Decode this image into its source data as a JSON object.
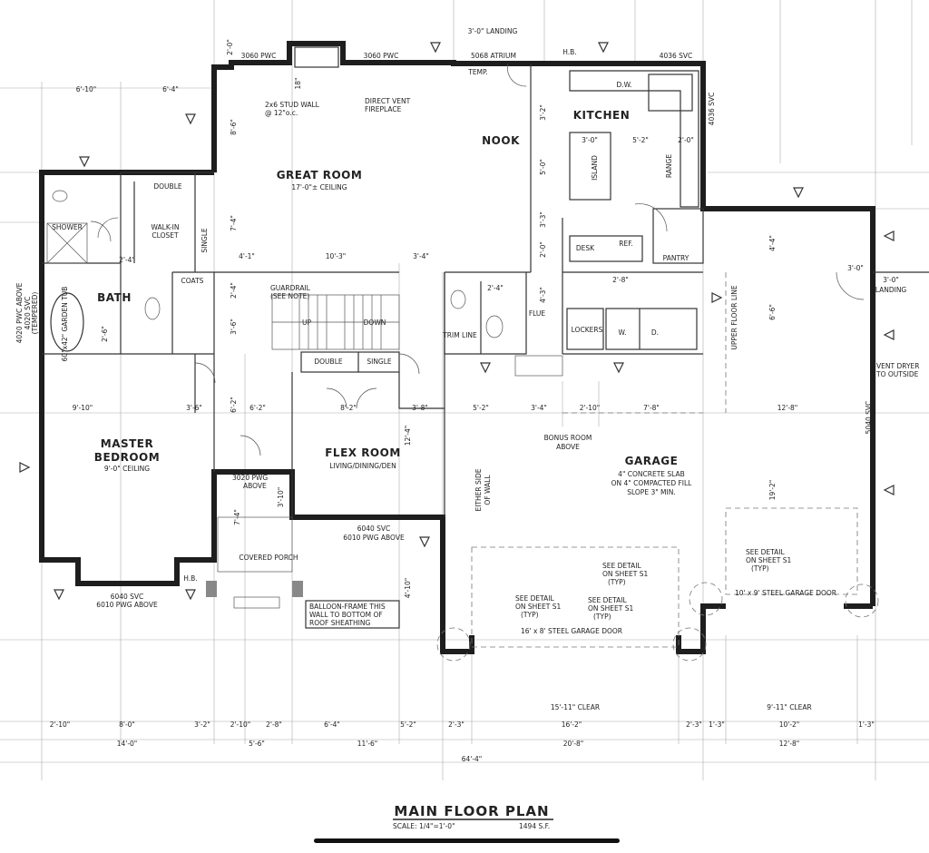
{
  "title": {
    "main": "MAIN FLOOR PLAN",
    "scale": "SCALE: 1/4\"=1'-0\"",
    "area": "1494 S.F."
  },
  "rooms": {
    "great_room": "GREAT ROOM",
    "great_room_ceiling": "17'-0\"± CEILING",
    "kitchen": "KITCHEN",
    "nook": "NOOK",
    "master_bedroom_1": "MASTER",
    "master_bedroom_2": "BEDROOM",
    "master_ceiling": "9'-0\" CEILING",
    "bath": "BATH",
    "flex_room": "FLEX ROOM",
    "flex_sub": "LIVING/DINING/DEN",
    "garage": "GARAGE",
    "garage_note_1": "4\" CONCRETE SLAB",
    "garage_note_2": "ON 4\" COMPACTED FILL",
    "garage_note_3": "SLOPE 3\" MIN.",
    "bonus_1": "BONUS ROOM",
    "bonus_2": "ABOVE",
    "covered_porch": "COVERED PORCH",
    "walk_in_1": "WALK-IN",
    "walk_in_2": "CLOSET",
    "pantry": "PANTRY",
    "lockers": "LOCKERS",
    "desk": "DESK",
    "ref": "REF.",
    "island": "ISLAND",
    "range": "RANGE",
    "dw": "D.W.",
    "coats": "COATS",
    "double": "DOUBLE",
    "single": "SINGLE",
    "shower": "SHOWER",
    "garden_tub": "60\"x42\" GARDEN TUB",
    "landing": "LANDING",
    "w": "W.",
    "d": "D.",
    "up": "UP",
    "down": "DOWN",
    "trim_line": "TRIM LINE",
    "flue": "FLUE"
  },
  "notes": {
    "landing_top": "3'-0\" LANDING",
    "atrium": "5068 ATRIUM",
    "temp": "TEMP.",
    "hb": "H.B.",
    "pwc_left": "3060 PWC",
    "pwc_right": "3060 PWC",
    "svc_4036_top": "4036 SVC",
    "svc_4036_side": "4036 SVC",
    "stud_wall": "2x6 STUD WALL",
    "stud_oc": "@ 12\"o.c.",
    "direct_vent": "DIRECT VENT",
    "fireplace": "FIREPLACE",
    "guardrail": "GUARDRAIL",
    "see_note": "(SEE NOTE)",
    "pwg_above": "3020 PWG",
    "above": "ABOVE",
    "svc_6040": "6040 SVC",
    "pwg_6010": "6010 PWG ABOVE",
    "svc_6040_b": "6040 SVC",
    "pwg_6010_b": "6010 PWG ABOVE",
    "balloon_1": "BALLOON-FRAME THIS",
    "balloon_2": "WALL TO BOTTOM OF",
    "balloon_3": "ROOF SHEATHING",
    "see_detail": "SEE DETAIL",
    "on_sheet": "ON SHEET S1",
    "typ": "(TYP)",
    "garage_door_big": "16' x 8' STEEL GARAGE DOOR",
    "garage_door_small": "10' x 9' STEEL GARAGE DOOR",
    "clear_big": "15'-11\" CLEAR",
    "clear_small": "9'-11\" CLEAR",
    "vent_dryer_1": "VENT DRYER",
    "vent_dryer_2": "TO OUTSIDE",
    "svc_5040": "5040 SVC",
    "pwc_4020": "4020 PWC ABOVE",
    "pwc_4020_b": "4020 SVC",
    "tempered": "(TEMPERED)",
    "upper_floor_line": "UPPER FLOOR LINE",
    "either_side_1": "EITHER SIDE",
    "either_side_2": "OF WALL",
    "landing_right": "3'-0\""
  },
  "dimensions": {
    "top_6_10": "6'-10\"",
    "top_6_4": "6'-4\"",
    "row1": [
      "2'-10\"",
      "8'-0\"",
      "3'-2\"",
      "2'-10\"",
      "2'-8\"",
      "6'-4\"",
      "5'-2\"",
      "2'-3\"",
      "16'-2\"",
      "2'-3\"",
      "1'-3\"",
      "10'-2\"",
      "1'-3\""
    ],
    "row2": [
      "14'-0\"",
      "5'-6\"",
      "11'-6\"",
      "20'-8\"",
      "12'-8\""
    ],
    "total": "64'-4\"",
    "mid_row": [
      "9'-10\"",
      "3'-6\"",
      "6'-2\"",
      "8'-2\"",
      "3'-8\"",
      "5'-2\"",
      "3'-4\"",
      "2'-10\"",
      "7'-8\"",
      "12'-8\""
    ],
    "great_row": [
      "4'-1\"",
      "10'-3\"",
      "3'-4\""
    ],
    "kitchen_row": [
      "3'-0\"",
      "5'-2\"",
      "2'-0\""
    ],
    "left_col": [
      "8'-6\"",
      "7'-4\"",
      "2'-4\"",
      "3'-6\"",
      "6'-2\""
    ],
    "misc": [
      "2'-0\"",
      "18\"",
      "3'-2\"",
      "5'-0\"",
      "3'-3\"",
      "2'-0\"",
      "4'-3\"",
      "2'-4\"",
      "2'-8\"",
      "4'-4\"",
      "6'-6\"",
      "19'-2\"",
      "12'-4\"",
      "4'-10\"",
      "7'-4\"",
      "3'-10\"",
      "2'-6\"",
      "2'-4\"",
      "3'-0\""
    ]
  }
}
